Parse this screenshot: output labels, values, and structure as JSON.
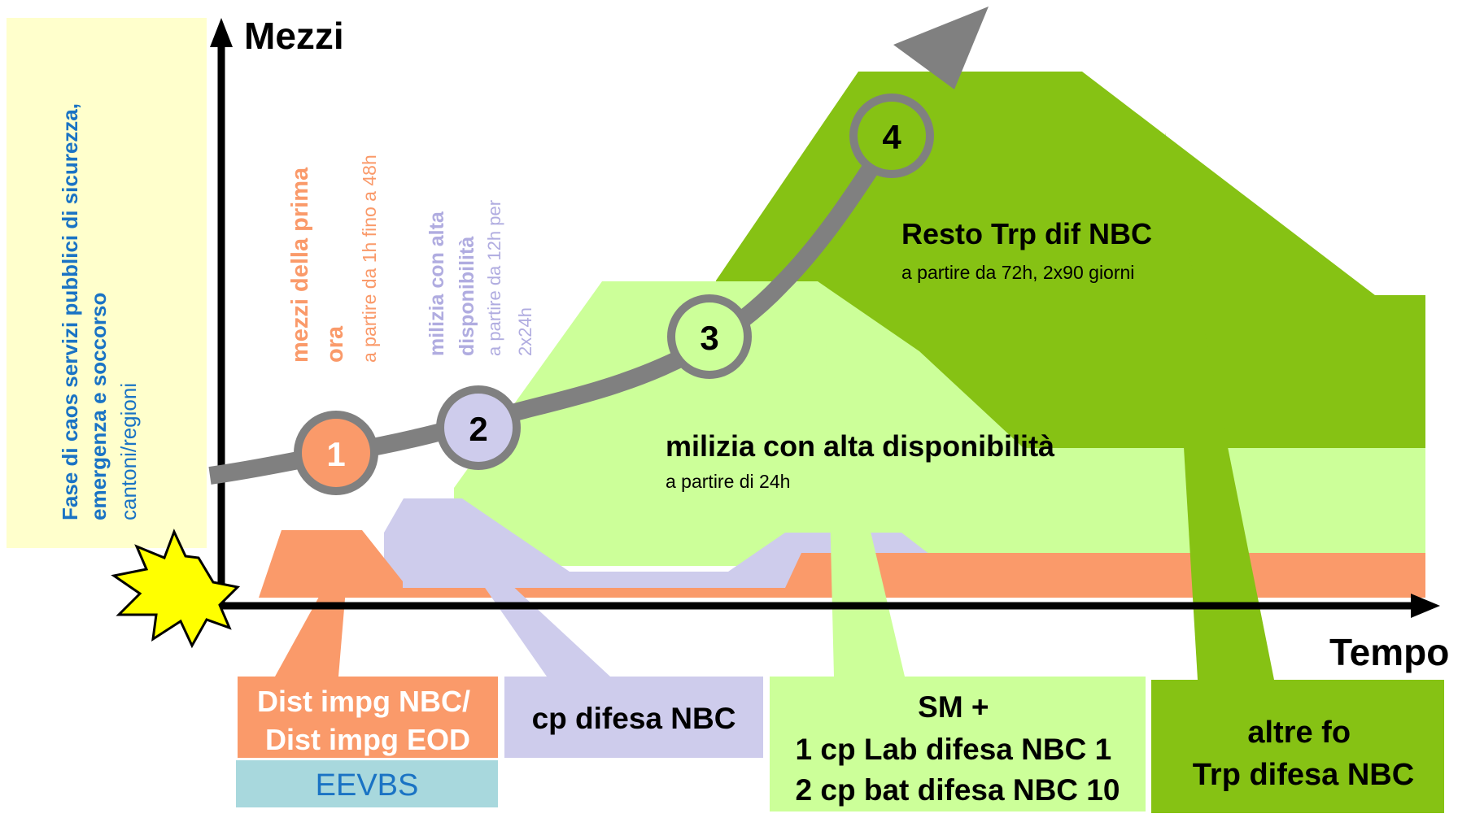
{
  "axes": {
    "y_label": "Mezzi",
    "x_label": "Tempo"
  },
  "phase_box": {
    "title": "Fase di caos servizi pubblici di sicurezza, emergenza e soccorso",
    "title_lines": [
      "Fase di caos servizi pubblici di sicurezza,",
      "emergenza e soccorso"
    ],
    "subtitle": "cantoni/regioni"
  },
  "vertical_labels": {
    "prima_ora": {
      "title_lines": [
        "mezzi della prima",
        "ora"
      ],
      "sub": "a partire da 1h fino a 48h"
    },
    "milizia": {
      "title_lines": [
        "milizia con alta",
        "disponibilità"
      ],
      "sub_lines": [
        "a partire da 12h per",
        "2x24h"
      ]
    }
  },
  "steps": [
    "1",
    "2",
    "3",
    "4"
  ],
  "areas": {
    "resto": {
      "title": "Resto Trp dif NBC",
      "sub": "a partire da 72h, 2x90 giorni"
    },
    "milizia": {
      "title": "milizia con alta disponibilità",
      "sub": "a partire di 24h"
    }
  },
  "callouts": {
    "dist": {
      "lines": [
        "Dist impg NBC/",
        "Dist impg EOD"
      ]
    },
    "eevbs": {
      "label": "EEVBS"
    },
    "cp": {
      "label": "cp difesa NBC"
    },
    "sm": {
      "lines": [
        "SM +",
        "1 cp Lab difesa NBC 1",
        "2 cp bat difesa NBC 10"
      ]
    },
    "altre": {
      "lines": [
        "altre fo",
        "Trp difesa NBC"
      ]
    }
  },
  "colors": {
    "orange": "#FA9A6A",
    "lavender": "#CECCEC",
    "light_green": "#CCFF99",
    "dark_green": "#86C214",
    "arrow_gray": "#808080",
    "phase_box": "#FFFFCC",
    "phase_text": "#1A73C4",
    "eevbs_bg": "#A8D8DD",
    "eevbs_text": "#1A73C4",
    "burst": "#FFFF00"
  }
}
